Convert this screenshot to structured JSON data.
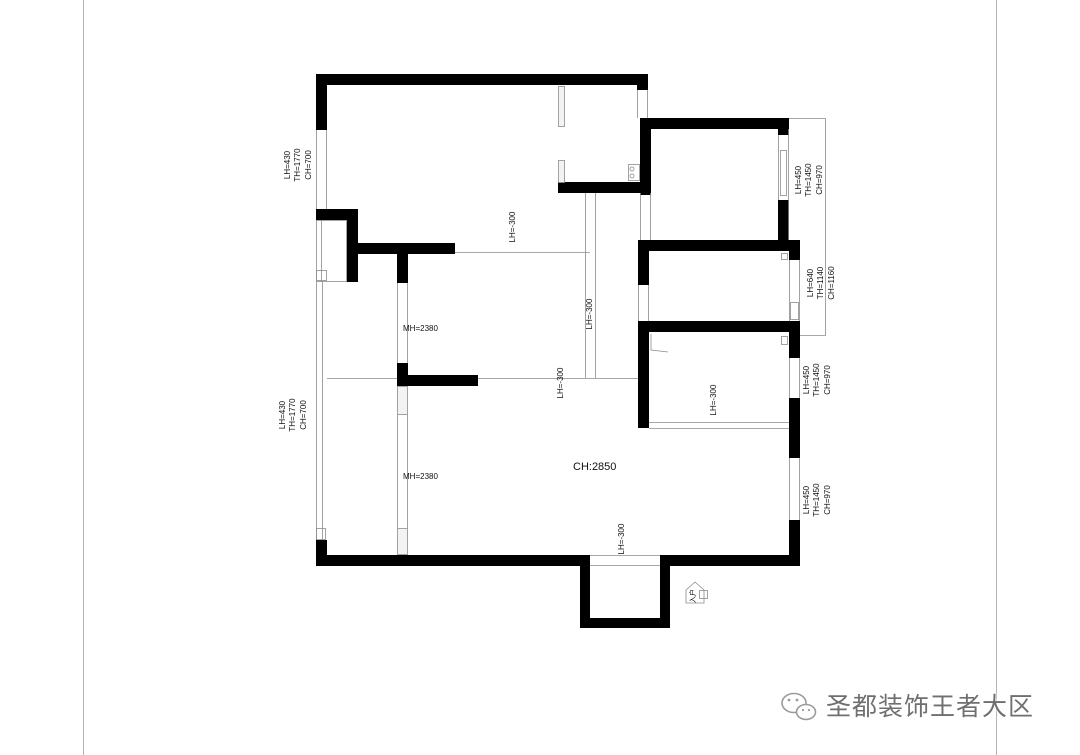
{
  "colors": {
    "wall": "#000000",
    "line": "#8c8c8c",
    "frame": "#b5b5b5",
    "watermark": "#6f6f6f"
  },
  "floor_plan": {
    "ceiling_height": "CH:2850",
    "window_labels": [
      {
        "lh": "LH=430",
        "th": "TH=1770",
        "ch": "CH=700"
      },
      {
        "lh": "LH=430",
        "th": "TH=1770",
        "ch": "CH=700"
      },
      {
        "lh": "LH=450",
        "th": "TH=1450",
        "ch": "CH=970"
      },
      {
        "lh": "LH=640",
        "th": "TH=1140",
        "ch": "CH=1160"
      },
      {
        "lh": "LH=450",
        "th": "TH=1450",
        "ch": "CH=970"
      },
      {
        "lh": "LH=450",
        "th": "TH=1450",
        "ch": "CH=970"
      }
    ],
    "beam_labels": [
      "LH=-300",
      "LH=-300",
      "LH=-300",
      "LH=-300",
      "LH=-300"
    ],
    "door_labels": [
      "MH=2380",
      "MH=2380"
    ],
    "entrance_label": "入户"
  },
  "watermark": {
    "icon": "wechat-icon",
    "text": "圣都装饰王者大区"
  }
}
